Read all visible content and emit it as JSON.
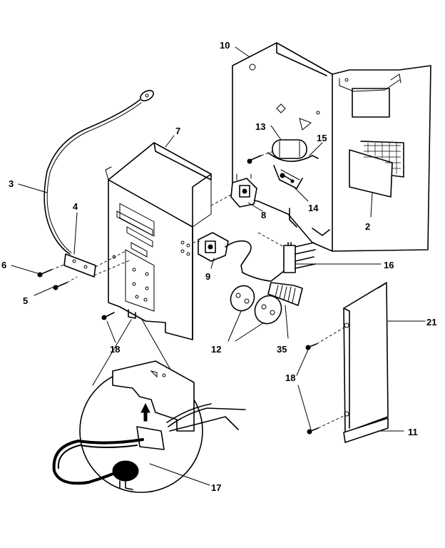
{
  "callouts": {
    "c2": "2",
    "c3": "3",
    "c4": "4",
    "c5": "5",
    "c6": "6",
    "c7": "7",
    "c8": "8",
    "c9": "9",
    "c10": "10",
    "c11": "11",
    "c12": "12",
    "c13": "13",
    "c14": "14",
    "c15": "15",
    "c16": "16",
    "c17": "17",
    "c18a": "18",
    "c18b": "18",
    "c21": "21",
    "c35": "35"
  }
}
